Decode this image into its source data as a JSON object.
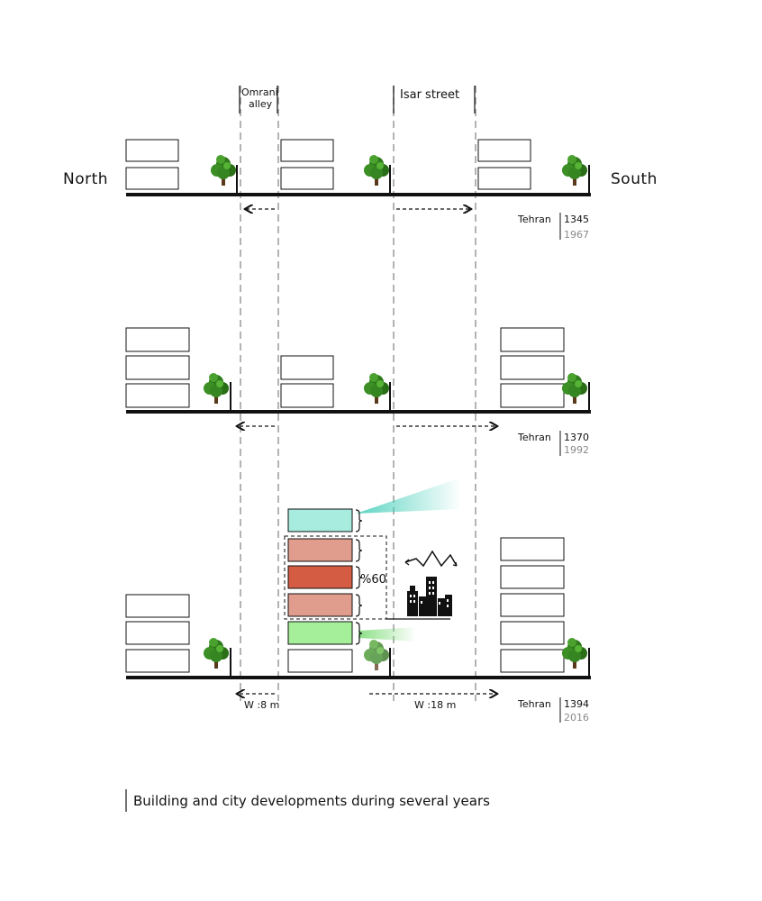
{
  "directions": {
    "north": "North",
    "south": "South"
  },
  "streets": {
    "alley_line1": "Omrani",
    "alley_line2": "alley",
    "street": "Isar street"
  },
  "eras": [
    {
      "city": "Tehran",
      "year_solar": "1345",
      "year_gregorian": "1967"
    },
    {
      "city": "Tehran",
      "year_solar": "1370",
      "year_gregorian": "1992"
    },
    {
      "city": "Tehran",
      "year_solar": "1394",
      "year_gregorian": "2016"
    }
  ],
  "widths": {
    "alley": "W :8 m",
    "street": "W :18 m"
  },
  "percentage": "%60",
  "caption": "Building and city developments during several years",
  "colors": {
    "ground": "#111111",
    "guide": "#9a9a9a",
    "tree": "#2e7d1e",
    "top_floor": "#a8ece0",
    "light_floor": "#e09c8c",
    "dark_floor": "#d45c42",
    "ground_floor": "#a6ef9a",
    "sky_beam": "#66d9c8",
    "green_beam": "#9be08c"
  }
}
